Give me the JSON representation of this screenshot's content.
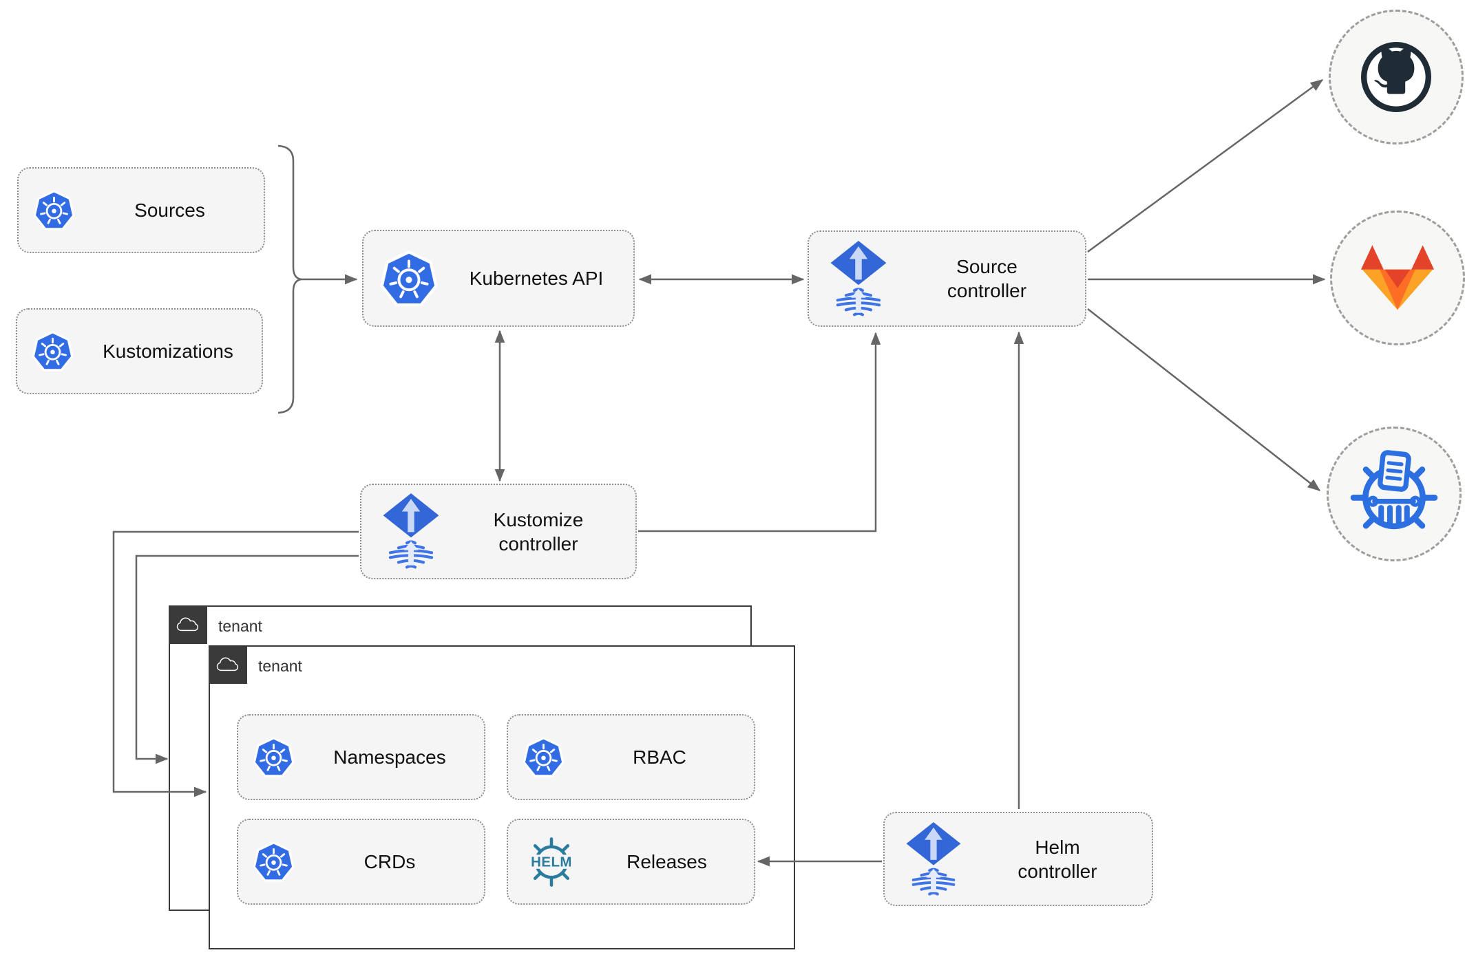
{
  "nodes": {
    "sources": {
      "label": "Sources",
      "icon": "kubernetes-icon"
    },
    "kustomizations": {
      "label": "Kustomizations",
      "icon": "kubernetes-icon"
    },
    "kubernetes_api": {
      "label": "Kubernetes API",
      "icon": "kubernetes-icon"
    },
    "source_controller": {
      "label": "Source controller",
      "icon": "flux-icon"
    },
    "kustomize_controller": {
      "label": "Kustomize controller",
      "icon": "flux-icon"
    },
    "helm_controller": {
      "label": "Helm controller",
      "icon": "flux-icon"
    },
    "outer_tenant": {
      "label": "tenant",
      "icon": "cloud-icon"
    },
    "inner_tenant": {
      "label": "tenant",
      "icon": "cloud-icon"
    },
    "namespaces": {
      "label": "Namespaces",
      "icon": "kubernetes-icon"
    },
    "rbac": {
      "label": "RBAC",
      "icon": "kubernetes-icon"
    },
    "crds": {
      "label": "CRDs",
      "icon": "kubernetes-icon"
    },
    "releases": {
      "label": "Releases",
      "icon": "helm-icon",
      "icon_text": "HELM"
    },
    "github": {
      "icon": "github-icon"
    },
    "gitlab": {
      "icon": "gitlab-icon"
    },
    "chartmuseum": {
      "icon": "chartmuseum-icon"
    }
  },
  "edges": [
    {
      "from": "sources-kustomizations-brace",
      "to": "kubernetes-api",
      "type": "arrow"
    },
    {
      "from": "kubernetes-api",
      "to": "source-controller",
      "type": "double-arrow"
    },
    {
      "from": "kubernetes-api",
      "to": "kustomize-controller",
      "type": "double-arrow"
    },
    {
      "from": "kustomize-controller",
      "to": "source-controller",
      "type": "arrow"
    },
    {
      "from": "helm-controller",
      "to": "source-controller",
      "type": "arrow"
    },
    {
      "from": "source-controller",
      "to": "github",
      "type": "arrow"
    },
    {
      "from": "source-controller",
      "to": "gitlab",
      "type": "arrow"
    },
    {
      "from": "source-controller",
      "to": "chartmuseum",
      "type": "arrow"
    },
    {
      "from": "kustomize-controller",
      "to": "outer-tenant",
      "type": "arrow"
    },
    {
      "from": "kustomize-controller",
      "to": "inner-tenant",
      "type": "arrow"
    },
    {
      "from": "helm-controller",
      "to": "releases",
      "type": "arrow"
    }
  ],
  "colors": {
    "kubernetes_blue": "#326CE5",
    "flux_blue": "#3366D6",
    "flux_light_arrow": "#C9D8F4",
    "flux_wave_blue": "#3E74E8",
    "helm_teal": "#2A7C9E",
    "github_dark": "#1F2B35",
    "gitlab_red": "#E24329",
    "gitlab_orange": "#FC6D26",
    "gitlab_light_orange": "#FCA326",
    "chartmuseum_blue": "#2B6FE0",
    "edge_gray": "#666666",
    "node_fill": "#F5F5F5",
    "tenant_header_dark": "#3A3A3A"
  }
}
